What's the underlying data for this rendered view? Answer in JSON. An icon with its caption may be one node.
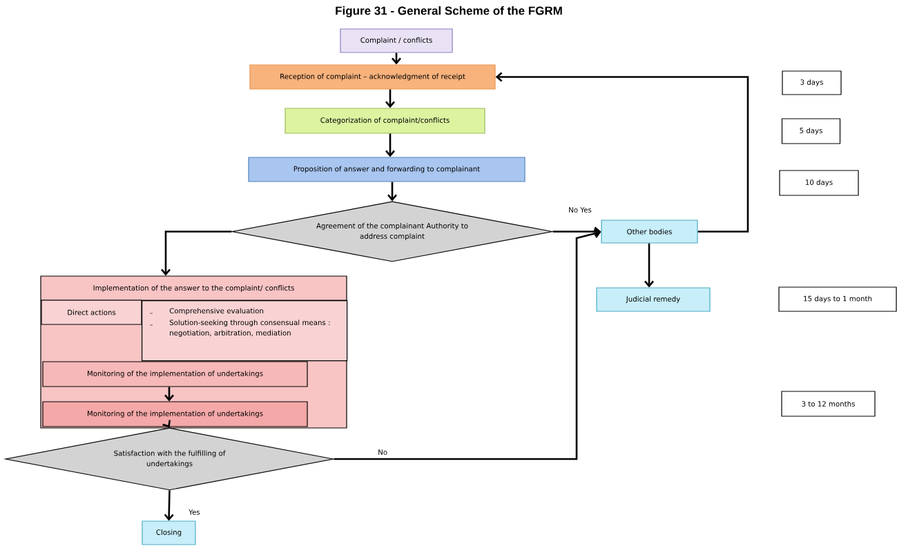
{
  "diagram": {
    "title": "Figure 31 - General Scheme of the FGRM",
    "nodes": [
      {
        "text": [
          "Complaint / conflicts"
        ]
      },
      {
        "text": [
          "Reception of complaint – acknowledgment of receipt"
        ]
      },
      {
        "text": [
          "Categorization of complaint/conflicts"
        ]
      },
      {
        "text": [
          "Proposition of answer and forwarding to complainant"
        ]
      },
      {
        "text": [
          "Agreement of the complainant Authority to address complaint"
        ]
      },
      {
        "text": [
          "Other bodies"
        ]
      },
      {
        "text": [
          "Judicial remedy"
        ]
      },
      {
        "text": [
          "Implementation of the answer to the complaint/ conflicts"
        ]
      },
      {
        "text": [
          "Direct actions"
        ],
        "in": 7
      },
      {
        "text": [
          "Comprehensive evaluation",
          "Solution-seeking through consensual means : negotiation, arbitration, mediation"
        ],
        "in": 7
      },
      {
        "text": [
          "Monitoring of the implementation of undertakings"
        ],
        "in": 7
      },
      {
        "text": [
          "Monitoring of the implementation of undertakings"
        ],
        "in": 7
      },
      {
        "text": [
          "Satisfaction with the fulfilling of undertakings"
        ]
      },
      {
        "text": [
          "Closing"
        ]
      },
      {
        "text": [
          "3 days"
        ]
      },
      {
        "text": [
          "5 days"
        ]
      },
      {
        "text": [
          "10 days"
        ]
      },
      {
        "text": [
          "15 days to 1 month"
        ]
      },
      {
        "text": [
          "3 to 12 months"
        ]
      }
    ],
    "edges": [
      {
        "from": 0,
        "to": 1,
        "arrow": "to"
      },
      {
        "from": 1,
        "to": 2,
        "arrow": "to"
      },
      {
        "from": 2,
        "to": 3,
        "arrow": "to"
      },
      {
        "from": 3,
        "to": 4,
        "arrow": "to"
      },
      {
        "from": 4,
        "to": 7,
        "arrow": "to"
      },
      {
        "from": 4,
        "to": 5,
        "arrow": "to"
      },
      {
        "from": 5,
        "to": 1,
        "arrow": "to"
      },
      {
        "from": 5,
        "to": 6,
        "arrow": "to"
      },
      {
        "from": 10,
        "to": 11,
        "arrow": "to"
      },
      {
        "from": 11,
        "to": 12,
        "arrow": "to"
      },
      {
        "from": 12,
        "to": 5,
        "arrow": "to",
        "label": "No"
      },
      {
        "from": 12,
        "to": 13,
        "arrow": "to",
        "label": "Yes"
      }
    ],
    "labels": [
      "No Yes"
    ]
  }
}
